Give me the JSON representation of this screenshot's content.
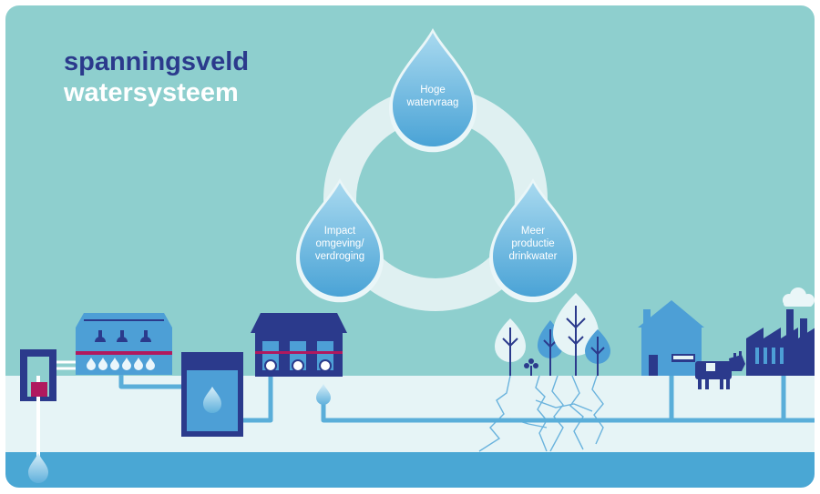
{
  "title": {
    "line1": "spanningsveld",
    "line2": "watersysteem"
  },
  "drops": [
    {
      "id": "hoge-watervraag",
      "label": "Hoge\nwatervraag"
    },
    {
      "id": "meer-productie",
      "label": "Meer\nproductie\ndrinkwater"
    },
    {
      "id": "impact-omgeving",
      "label": "Impact\nomgeving/\nverdroging"
    }
  ],
  "icons": [
    "well-icon",
    "treatment-plant-icon",
    "reservoir-icon",
    "pumping-station-icon",
    "tree-icon",
    "house-icon",
    "cow-icon",
    "wheat-icon",
    "factory-icon",
    "cloud-icon",
    "water-drop-icon"
  ],
  "colors": {
    "sky": "#8ecfce",
    "ground": "#e6f4f6",
    "groundwater": "#4aa7d4",
    "navy": "#2b3a8c",
    "pipe": "#5aaed9",
    "building_light": "#4d9fd6",
    "accent": "#b0195e"
  }
}
